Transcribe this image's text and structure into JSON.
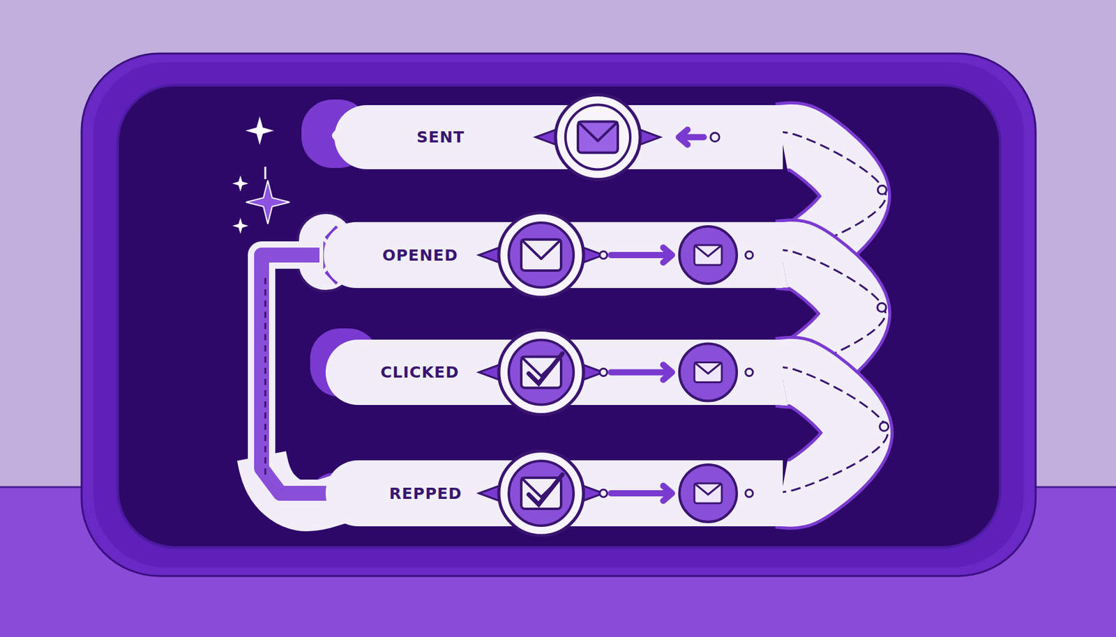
{
  "diagram": {
    "nodes": [
      {
        "text": [
          "SENT"
        ]
      },
      {
        "text": [
          "OPENED"
        ]
      },
      {
        "text": [
          "CLICKED"
        ]
      },
      {
        "text": [
          "REPPED"
        ]
      }
    ],
    "edges": [
      {
        "from": 0,
        "to": 1,
        "arrow": "none"
      },
      {
        "from": 1,
        "to": 2,
        "arrow": "none"
      },
      {
        "from": 2,
        "to": 3,
        "arrow": "none"
      },
      {
        "from": 3,
        "to": 1,
        "arrow": "to"
      }
    ]
  }
}
